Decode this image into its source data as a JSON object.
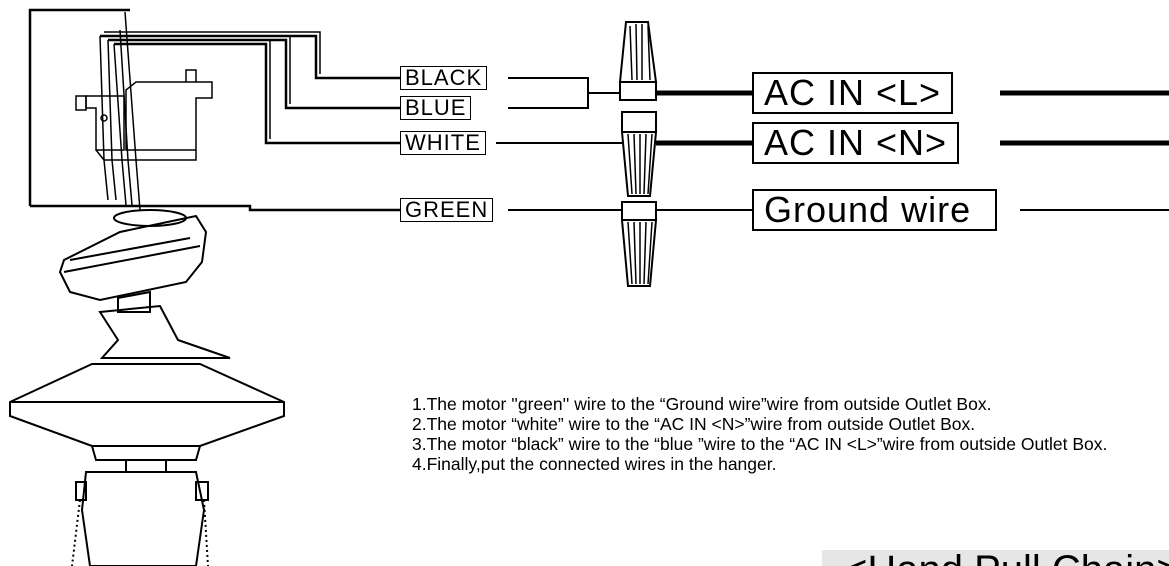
{
  "wire_labels": {
    "black": "BLACK",
    "blue": "BLUE",
    "white": "WHITE",
    "green": "GREEN"
  },
  "supply_labels": {
    "live": "AC  IN <L>",
    "neutral": "AC  IN <N>",
    "ground": "Ground wire"
  },
  "instructions": [
    "1.The motor ''green'' wire to the “Ground wire”wire from outside Outlet Box.",
    "2.The motor “white” wire to the “AC IN <N>”wire from outside Outlet Box.",
    "3.The motor “black” wire to the “blue ”wire to the “AC IN <L>”wire from outside Outlet Box.",
    "4.Finally,put the connected wires in the hanger."
  ],
  "banner_text": "<Hand Pull Chain>"
}
